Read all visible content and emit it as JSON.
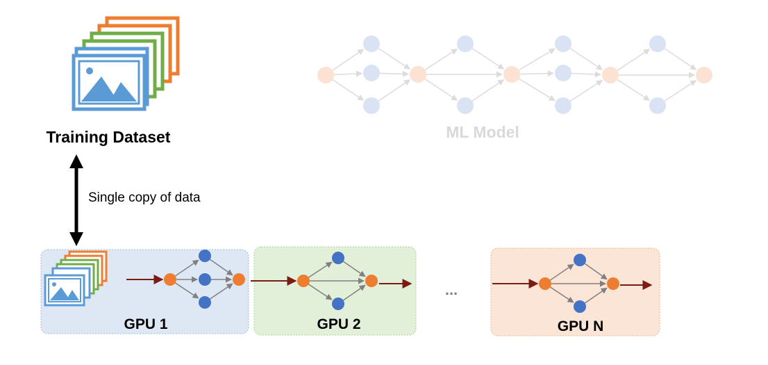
{
  "dataset": {
    "title": "Training Dataset"
  },
  "transfer": {
    "label": "Single copy of data"
  },
  "model": {
    "title": "ML Model"
  },
  "gpus": [
    {
      "label": "GPU 1"
    },
    {
      "label": "GPU 2"
    },
    {
      "label": "GPU N"
    }
  ],
  "ellipsis": "...",
  "colors": {
    "image_blue": "#5b9bd5",
    "image_green": "#70ad47",
    "image_orange": "#ed7d31",
    "node_orange": "#ed7d31",
    "node_blue": "#4472c4",
    "faded_orange": "#fbe2d3",
    "faded_blue": "#dae3f3",
    "gpu1_bg": "#dee8f4",
    "gpu2_bg": "#e2efd9",
    "gpuN_bg": "#fbe5d6",
    "arrow_red": "#7b1c12",
    "edge_gray": "#808080",
    "faded_text": "#d9d9d9"
  }
}
